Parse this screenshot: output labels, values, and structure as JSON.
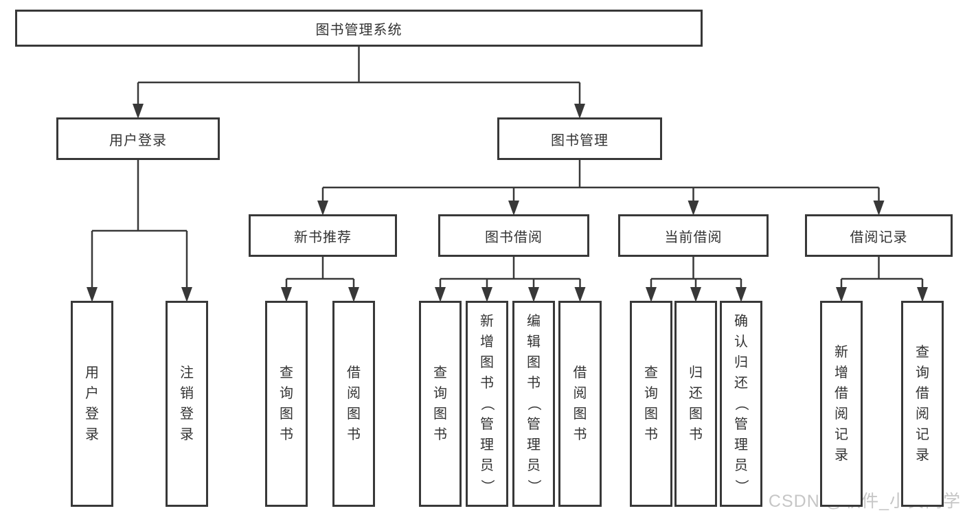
{
  "diagram": {
    "watermark": "CSDN @软件_小贺同学",
    "colors": {
      "line": "#383838",
      "text": "#333333",
      "box_background": "#ffffff",
      "watermark": "#c6c6c6"
    },
    "tree": {
      "id": "root",
      "label": "图书管理系统",
      "children": [
        {
          "id": "user-login",
          "label": "用户登录",
          "children": [
            {
              "id": "ul-login",
              "label": "用户登录",
              "vertical": true
            },
            {
              "id": "ul-logout",
              "label": "注销登录",
              "vertical": true
            }
          ]
        },
        {
          "id": "book-mgmt",
          "label": "图书管理",
          "children": [
            {
              "id": "new-book-rec",
              "label": "新书推荐",
              "children": [
                {
                  "id": "nbr-query",
                  "label": "查询图书",
                  "vertical": true
                },
                {
                  "id": "nbr-borrow",
                  "label": "借阅图书",
                  "vertical": true
                }
              ]
            },
            {
              "id": "book-borrow",
              "label": "图书借阅",
              "children": [
                {
                  "id": "bb-query",
                  "label": "查询图书",
                  "vertical": true
                },
                {
                  "id": "bb-add",
                  "label": "新增图书（管理员）",
                  "vertical": true
                },
                {
                  "id": "bb-edit",
                  "label": "编辑图书（管理员）",
                  "vertical": true
                },
                {
                  "id": "bb-borrow",
                  "label": "借阅图书",
                  "vertical": true
                }
              ]
            },
            {
              "id": "current-borrow",
              "label": "当前借阅",
              "children": [
                {
                  "id": "cb-query",
                  "label": "查询图书",
                  "vertical": true
                },
                {
                  "id": "cb-return",
                  "label": "归还图书",
                  "vertical": true
                },
                {
                  "id": "cb-confirm",
                  "label": "确认归还（管理员）",
                  "vertical": true
                }
              ]
            },
            {
              "id": "borrow-records",
              "label": "借阅记录",
              "children": [
                {
                  "id": "br-add",
                  "label": "新增借阅记录",
                  "vertical": true
                },
                {
                  "id": "br-query",
                  "label": "查询借阅记录",
                  "vertical": true
                }
              ]
            }
          ]
        }
      ]
    }
  }
}
